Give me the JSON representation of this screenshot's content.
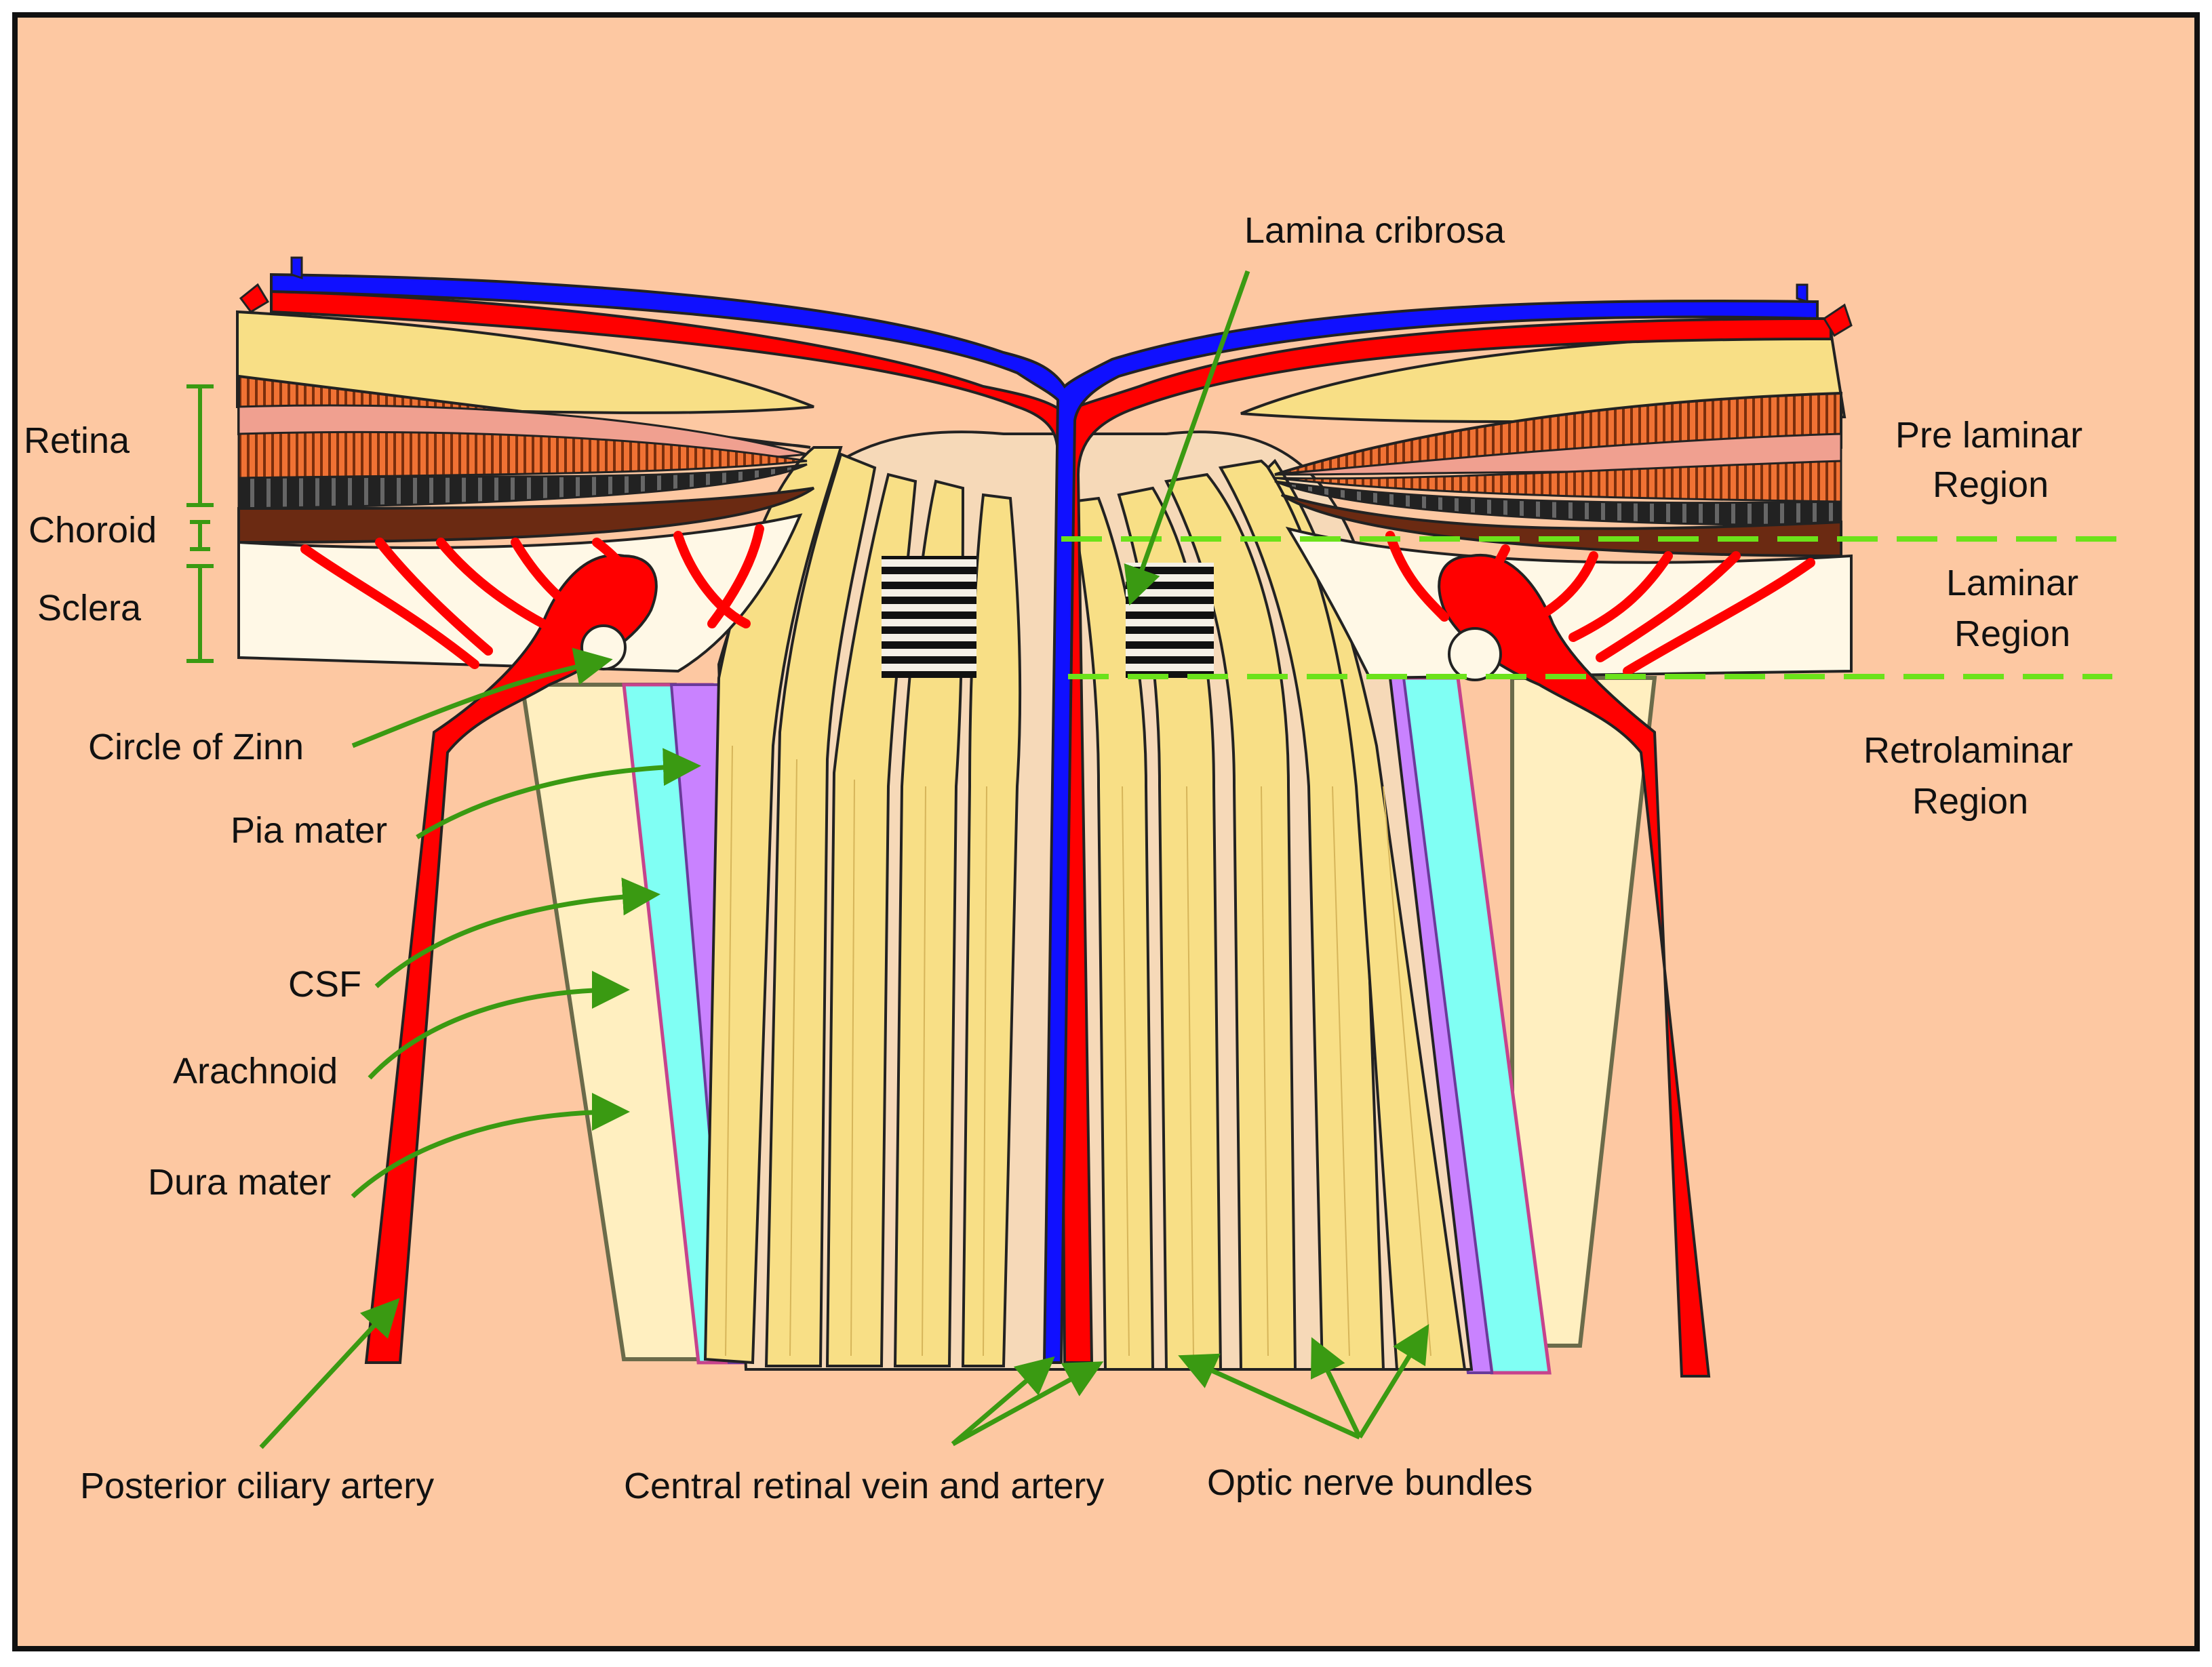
{
  "labels": {
    "lamina_cribrosa": "Lamina cribrosa",
    "retina": "Retina",
    "choroid": "Choroid",
    "sclera": "Sclera",
    "circle_of_zinn": "Circle of Zinn",
    "pia_mater": "Pia mater",
    "csf": "CSF",
    "arachnoid": "Arachnoid",
    "dura_mater": "Dura mater",
    "posterior_ciliary_artery": "Posterior ciliary artery",
    "central_retinal": "Central retinal vein and artery",
    "optic_nerve_bundles": "Optic nerve bundles",
    "pre_laminar_1": "Pre laminar",
    "pre_laminar_2": "Region",
    "laminar_1": "Laminar",
    "laminar_2": "Region",
    "retrolaminar_1": "Retrolaminar",
    "retrolaminar_2": "Region"
  },
  "colors": {
    "background": "#FDC8A2",
    "nerve_fiber": "#F8DF86",
    "artery": "#FF0000",
    "vein": "#1010FF",
    "csf": "#80FFF4",
    "pia": "#C982FF",
    "sclera": "#FFF8E6",
    "dura": "#FFEFC0",
    "pointer": "#3A9A12",
    "region_line": "#6BE21A",
    "choroid": "#6B2A12",
    "photoreceptor": "#F07234",
    "rpe": "#333333"
  }
}
